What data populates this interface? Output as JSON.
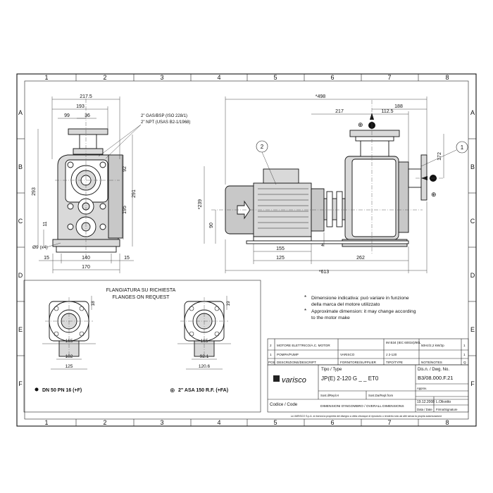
{
  "frame": {
    "columns": [
      "1",
      "2",
      "3",
      "4",
      "5",
      "6",
      "7",
      "8"
    ],
    "rows": [
      "A",
      "B",
      "C",
      "D",
      "E",
      "F"
    ]
  },
  "front_view": {
    "dims": {
      "d217_5": "217.5",
      "d193": "193",
      "d99": "99",
      "d36": "36",
      "d92": "92",
      "d195": "195",
      "d291": "291",
      "d293": "293",
      "d11": "11",
      "d15a": "15",
      "d140": "140",
      "d15b": "15",
      "d170": "170"
    },
    "hole_note": "Ø9 (x4)",
    "connection_1": "2\" GAS/BSP (ISO 228/1)",
    "connection_2": "2\" NPT (USAS B2-1/1968)"
  },
  "side_view": {
    "dims": {
      "d498": "*498",
      "d188": "188",
      "d217": "217",
      "d112_5": "112.5",
      "d172": "172",
      "d239": "*239",
      "d90": "90",
      "d155": "155",
      "d4": "4",
      "d125": "125",
      "d262": "262",
      "d613": "*613"
    },
    "balloon_1": "1",
    "balloon_2": "2"
  },
  "flanges": {
    "title_it": "FLANGIATURA SU RICHIESTA",
    "title_en": "FLANGES ON REQUEST",
    "left": {
      "d18": "18",
      "d165": "165",
      "d102": "102",
      "d125": "125",
      "caption": "DN 50 PN 16  (+F)"
    },
    "right": {
      "d19": "19",
      "d165": "165",
      "d92_1": "92.1",
      "d120_6": "120.6",
      "caption": "2\" ASA 150 R.F.  (+FA)"
    }
  },
  "notes": {
    "it_1": "Dimensione indicativa: può variare in funzione",
    "it_2": "della marca del motore utilizzato",
    "en_1": "Approximate dimension: it may change according",
    "en_2": "to the motor make"
  },
  "parts_table": {
    "rows": [
      {
        "pos": "2",
        "desc": "MOTORE ELETTRICO/A.C. MOTOR",
        "supplier": "",
        "type": "IM B34 (IEC 60034)/90L",
        "note": "50Hz/2,2 kW/2p",
        "qty": "1"
      },
      {
        "pos": "1",
        "desc": "POMPA/PUMP",
        "supplier": "VARISCO",
        "type": "J 2-120",
        "note": "",
        "qty": "1"
      }
    ],
    "header": {
      "pos": "POS",
      "desc": "DESCRIZIONE/DESCRIPT",
      "supplier": "FORNITORE/SUPPLIER",
      "type": "TIPO/TYPE",
      "note": "NOTE/NOTES",
      "qty": "Q"
    }
  },
  "title_block": {
    "logo": "varisco",
    "tipo_label": "Tipo / Type",
    "tipo_value": "JP(E)  2-120  G  _  _  ET0",
    "dis_label": "Dis.n. / Dwg. No.",
    "dis_value": "B3/08.000.F.21",
    "approv": "Approv.",
    "sost_da": "Sost.Da/Repl.from",
    "sost_il": "Sost.il/Repl.H",
    "codice": "Codice / Code",
    "desc_value": "DIMENSIONI D'INGOMBRO / OVERALL DIMENSIONS",
    "date": "19.12.2008",
    "signature": "L.Olivotto",
    "data_label": "Data / Date",
    "firma_label": "Firma/Signature",
    "copyright": "La VARISCO S.p.A. si riserva la proprietà del disegno a vieta chiunque di riprodurlo o renderlo noto ad altri senza la propria autorizzazione"
  },
  "colors": {
    "line": "#111111",
    "shade": "#d9d9d9",
    "background": "#ffffff"
  }
}
